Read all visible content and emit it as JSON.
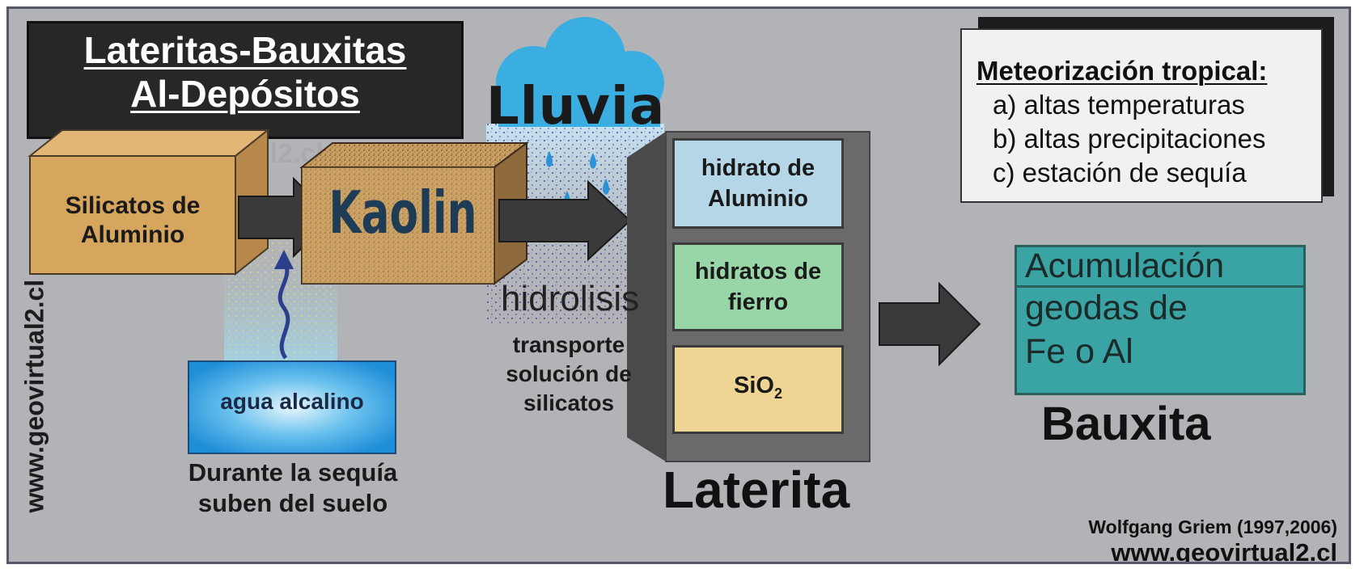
{
  "title": {
    "line1": "Lateritas-Bauxitas",
    "line2": "Al-Depósitos"
  },
  "watermark": {
    "url": "www.geovirtual2.cl",
    "vertical": "www.geovirtual2.cl"
  },
  "silicatos": {
    "line1": "Silicatos de",
    "line2": "Aluminio"
  },
  "kaolin": "Kaolin",
  "lluvia": "Lluvia",
  "agua": "agua alcalino",
  "sequia": {
    "line1": "Durante la sequía",
    "line2": "suben del suelo"
  },
  "hidrolisis": "hidrolisis",
  "transporte": {
    "line1": "transporte",
    "line2": "solución de",
    "line3": "silicatos"
  },
  "laterita": {
    "box1": {
      "line1": "hidrato de",
      "line2": "Aluminio"
    },
    "box2": {
      "line1": "hidratos de",
      "line2": "fierro"
    },
    "box3": {
      "base": "SiO",
      "sub": "2"
    },
    "label": "Laterita"
  },
  "meteo": {
    "title": "Meteorización tropical:",
    "items": [
      "a) altas temperaturas",
      "b) altas precipitaciones",
      "c) estación de sequía"
    ]
  },
  "bauxita": {
    "acc1": "Acumulación",
    "acc2": "geodas de",
    "acc3": "Fe o Al",
    "label": "Bauxita"
  },
  "credit": {
    "author": "Wolfgang Griem (1997,2006)",
    "url": "www.geovirtual2.cl"
  },
  "colors": {
    "background": "#b2b3b6",
    "box_tan": "#d6a55e",
    "water_blue": "#2f9fe0",
    "lat_box1": "#b5d6e6",
    "lat_box2": "#98d6a8",
    "lat_box3": "#efd594",
    "bauxita_teal": "#3aa4a4",
    "cloud": "#3aaee0"
  }
}
